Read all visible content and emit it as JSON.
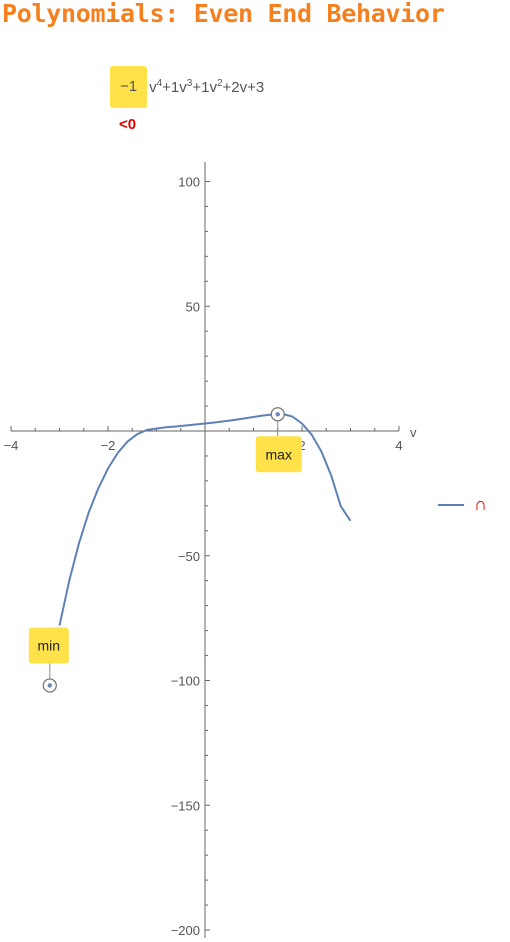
{
  "header": {
    "title": "Polynomials: Even End Behavior",
    "leading_coefficient": "−1",
    "sign_label": "<0",
    "terms": [
      {
        "coef": "v",
        "exp": "4"
      },
      {
        "coef": "+1v",
        "exp": "3"
      },
      {
        "coef": "+1v",
        "exp": "2"
      },
      {
        "coef": "+2v+3",
        "exp": ""
      }
    ]
  },
  "legend": {
    "label": "∩"
  },
  "colors": {
    "title": "#F5801F",
    "sign": "#E00000",
    "curve": "#5E81B5",
    "highlight": "#FFE14A"
  },
  "chart_data": {
    "type": "line",
    "xlabel": "v",
    "xlim": [
      -4,
      4
    ],
    "ylim": [
      -200,
      100
    ],
    "x_ticks": [
      -4,
      -2,
      2,
      4
    ],
    "y_ticks": [
      100,
      50,
      -50,
      -100,
      -150,
      -200
    ],
    "series": [
      {
        "x": [
          -3.0,
          -2.8,
          -2.6,
          -2.4,
          -2.2,
          -2.0,
          -1.8,
          -1.6,
          -1.4,
          -1.2,
          -1.0,
          -0.8,
          -0.6,
          -0.4,
          -0.2,
          0.0,
          0.2,
          0.4,
          0.6,
          0.8,
          1.0,
          1.2,
          1.4,
          1.6,
          1.8,
          2.0,
          2.2,
          2.4,
          2.6,
          2.8,
          3.0
        ],
        "y": [
          -78.0,
          -60.1,
          -45.1,
          -32.8,
          -23.0,
          -15.0,
          -8.8,
          -4.3,
          -1.3,
          0.4,
          1.0,
          1.5,
          1.8,
          2.2,
          2.6,
          3.0,
          3.4,
          3.9,
          4.4,
          5.0,
          5.6,
          6.2,
          6.6,
          6.8,
          5.8,
          3.0,
          -1.5,
          -8.2,
          -17.7,
          -30.2,
          -36.0
        ]
      }
    ],
    "annotations": [
      {
        "label": "max",
        "x": 1.5,
        "y": 6.7
      },
      {
        "label": "min",
        "x": -3.2,
        "y": -102
      }
    ]
  }
}
